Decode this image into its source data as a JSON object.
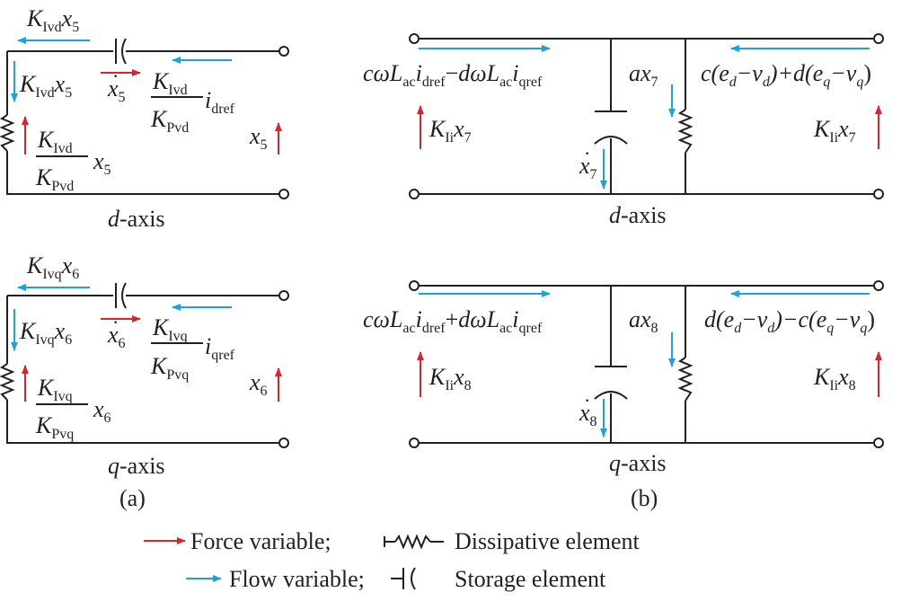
{
  "colors": {
    "wire": "#231f20",
    "force": "#d9252a",
    "flow": "#1aa3dc"
  },
  "panel_a": {
    "d_axis": {
      "axis_label": "d-axis",
      "top_label": {
        "base": "K",
        "sub": "Ivd",
        "var": "x",
        "idx": "5"
      },
      "left_label": {
        "base": "K",
        "sub": "Ivd",
        "var": "x",
        "idx": "5"
      },
      "xdot_label": {
        "var": "x",
        "idx": "5"
      },
      "fraction_ref": {
        "num_base": "K",
        "num_sub": "Ivd",
        "den_base": "K",
        "den_sub": "Pvd",
        "tail_var": "i",
        "tail_sub": "dref"
      },
      "fraction_x": {
        "num_base": "K",
        "num_sub": "Ivd",
        "den_base": "K",
        "den_sub": "Pvd",
        "tail_var": "x",
        "tail_sub": "5"
      },
      "right_label": {
        "var": "x",
        "idx": "5"
      }
    },
    "q_axis": {
      "axis_label": "q-axis",
      "top_label": {
        "base": "K",
        "sub": "Ivq",
        "var": "x",
        "idx": "6"
      },
      "left_label": {
        "base": "K",
        "sub": "Ivq",
        "var": "x",
        "idx": "6"
      },
      "xdot_label": {
        "var": "x",
        "idx": "6"
      },
      "fraction_ref": {
        "num_base": "K",
        "num_sub": "Ivq",
        "den_base": "K",
        "den_sub": "Pvq",
        "tail_var": "i",
        "tail_sub": "qref"
      },
      "fraction_x": {
        "num_base": "K",
        "num_sub": "Ivq",
        "den_base": "K",
        "den_sub": "Pvq",
        "tail_var": "x",
        "tail_sub": "6"
      },
      "right_label": {
        "var": "x",
        "idx": "6"
      }
    },
    "caption": "(a)"
  },
  "panel_b": {
    "d_axis": {
      "axis_label": "d-axis",
      "left_top": {
        "c": "c",
        "w": "ω",
        "L": "L",
        "ac": "ac",
        "i1": "i",
        "s1": "dref",
        "op": "−",
        "d": "d",
        "i2": "i",
        "s2": "qref"
      },
      "ax_label": {
        "a": "a",
        "x": "x",
        "idx": "7"
      },
      "right_top": {
        "t1": "c(e",
        "s1": "d",
        "t2": "−v",
        "s2": "d",
        "t3": ")+d(e",
        "s3": "q",
        "t4": "−v",
        "s4": "q",
        "t5": ")"
      },
      "left_K": {
        "K": "K",
        "sub": "Ii",
        "x": "x",
        "idx": "7"
      },
      "right_K": {
        "K": "K",
        "sub": "Ii",
        "x": "x",
        "idx": "7"
      },
      "xdot_label": {
        "var": "x",
        "idx": "7"
      }
    },
    "q_axis": {
      "axis_label": "q-axis",
      "left_top": {
        "c": "c",
        "w": "ω",
        "L": "L",
        "ac": "ac",
        "i1": "i",
        "s1": "dref",
        "op": "+",
        "d": "d",
        "i2": "i",
        "s2": "qref"
      },
      "ax_label": {
        "a": "a",
        "x": "x",
        "idx": "8"
      },
      "right_top": {
        "t1": "d(e",
        "s1": "d",
        "t2": "−v",
        "s2": "d",
        "t3": ")−c(e",
        "s3": "q",
        "t4": "−v",
        "s4": "q",
        "t5": ")"
      },
      "left_K": {
        "K": "K",
        "sub": "Ii",
        "x": "x",
        "idx": "8"
      },
      "right_K": {
        "K": "K",
        "sub": "Ii",
        "x": "x",
        "idx": "8"
      },
      "xdot_label": {
        "var": "x",
        "idx": "8"
      }
    },
    "caption": "(b)"
  },
  "legend": {
    "force_label": "Force variable;",
    "dissipative_label": "Dissipative element",
    "flow_label": "Flow variable;",
    "storage_label": "Storage element"
  }
}
